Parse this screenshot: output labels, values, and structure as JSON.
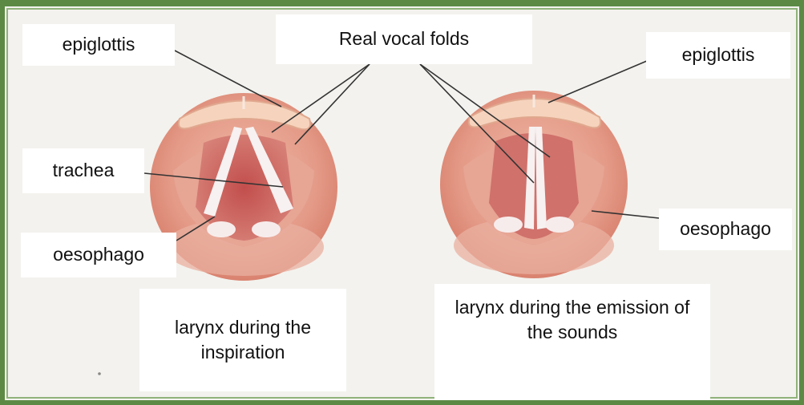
{
  "labels": {
    "epiglottis_left": "epiglottis",
    "real_vocal_folds": "Real vocal folds",
    "epiglottis_right": "epiglottis",
    "trachea": "trachea",
    "oesophago_left": "oesophago",
    "oesophago_right": "oesophago",
    "caption_inspiration": "larynx during the inspiration",
    "caption_emission": "larynx during the emission of the sounds"
  },
  "colors": {
    "frame": "#5c8a45",
    "background": "#f3f2ee",
    "tissue_outer": "#e8a08e",
    "tissue_inner": "#c85a56",
    "epiglottis": "#f2c8b0",
    "vocal_folds": "#f5eef0",
    "leader_line": "#333333"
  }
}
